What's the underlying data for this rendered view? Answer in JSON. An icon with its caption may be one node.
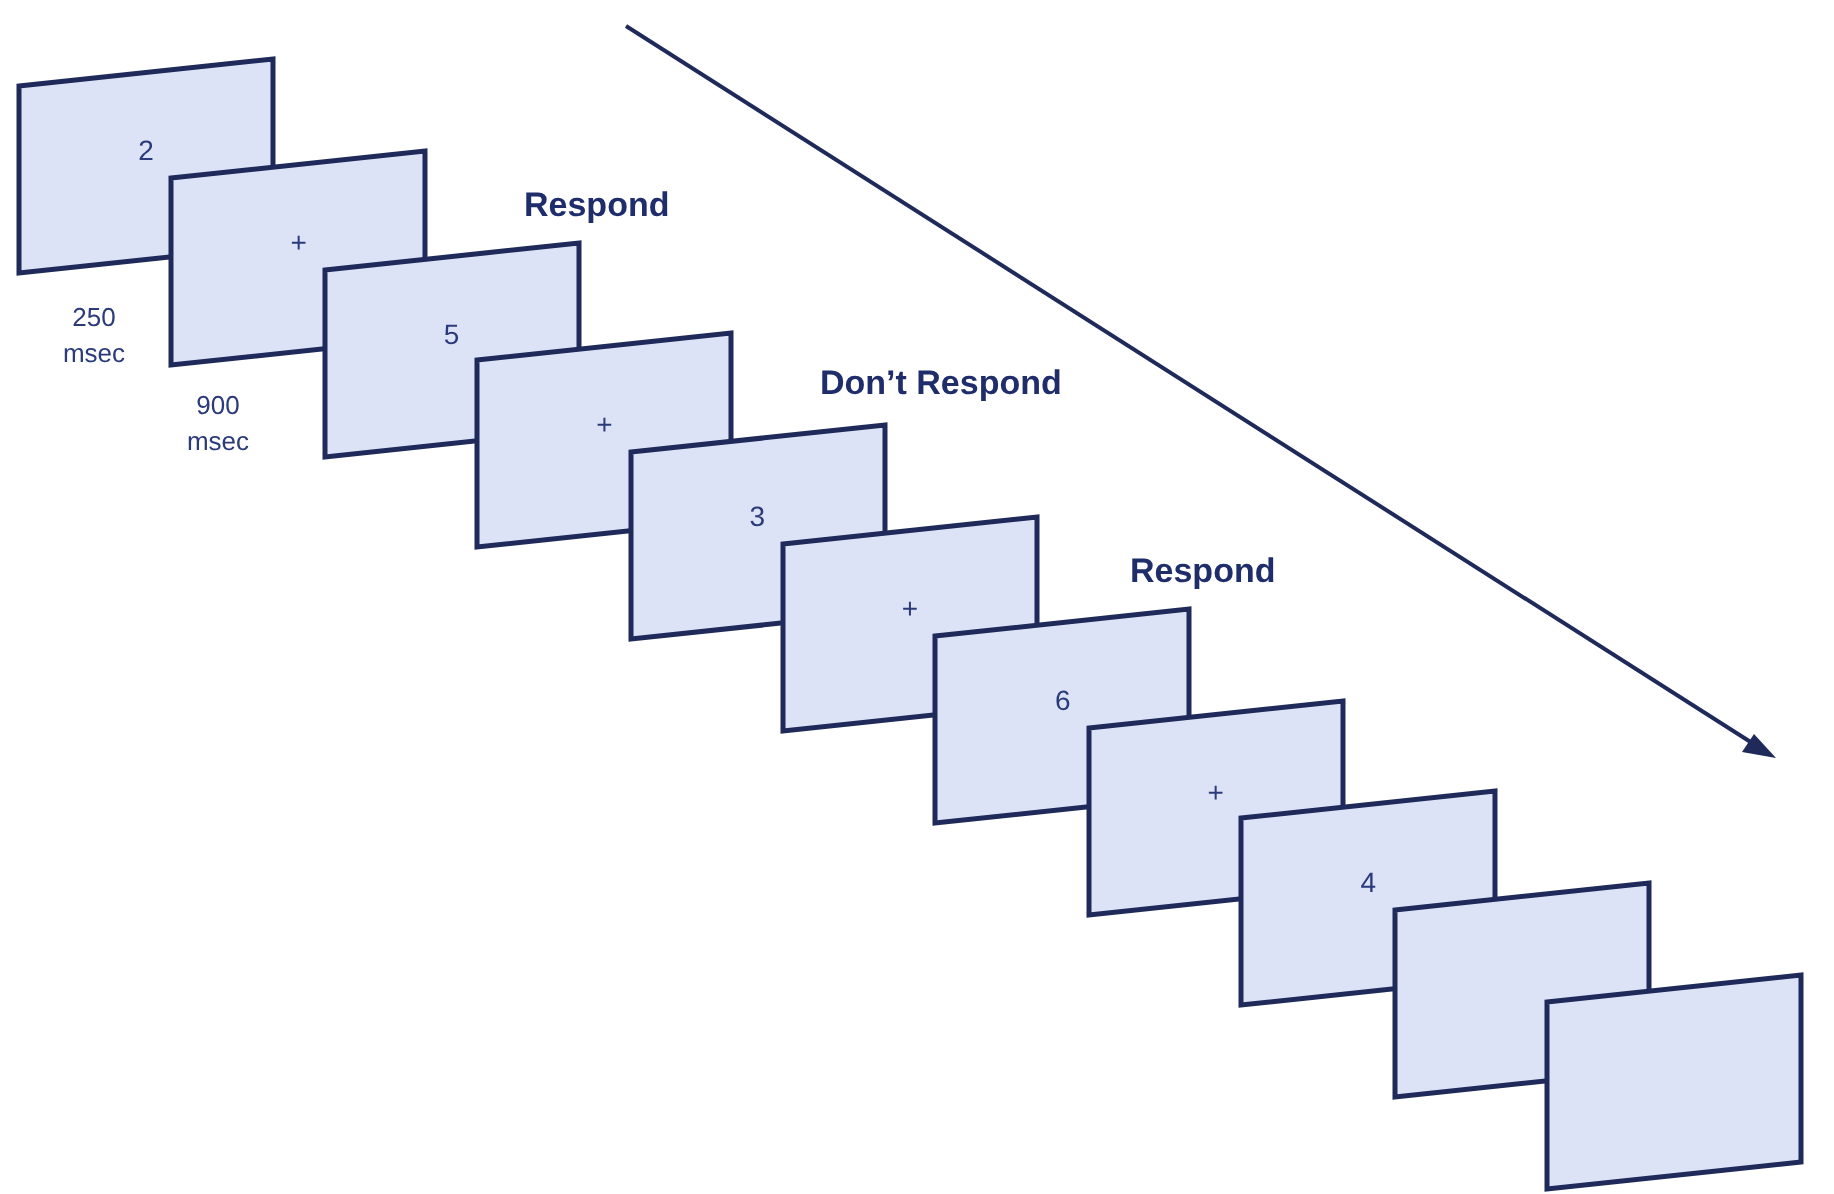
{
  "diagram": {
    "nodes": [
      {
        "text": [
          "2"
        ],
        "beside": [
          "250 msec"
        ]
      },
      {
        "text": [
          "+"
        ],
        "beside": [
          "900 msec"
        ]
      },
      {
        "text": [
          "5"
        ]
      },
      {
        "text": [
          "+"
        ]
      },
      {
        "text": [
          "3"
        ]
      },
      {
        "text": [
          "+"
        ]
      },
      {
        "text": [
          "6"
        ]
      },
      {
        "text": [
          "+"
        ]
      },
      {
        "text": [
          "4"
        ]
      },
      {
        "text": [],
        "shape": "box"
      },
      {
        "text": [],
        "shape": "box"
      }
    ],
    "edges": [],
    "labels": [
      "Respond",
      "Don’t Respond",
      "Respond"
    ]
  }
}
